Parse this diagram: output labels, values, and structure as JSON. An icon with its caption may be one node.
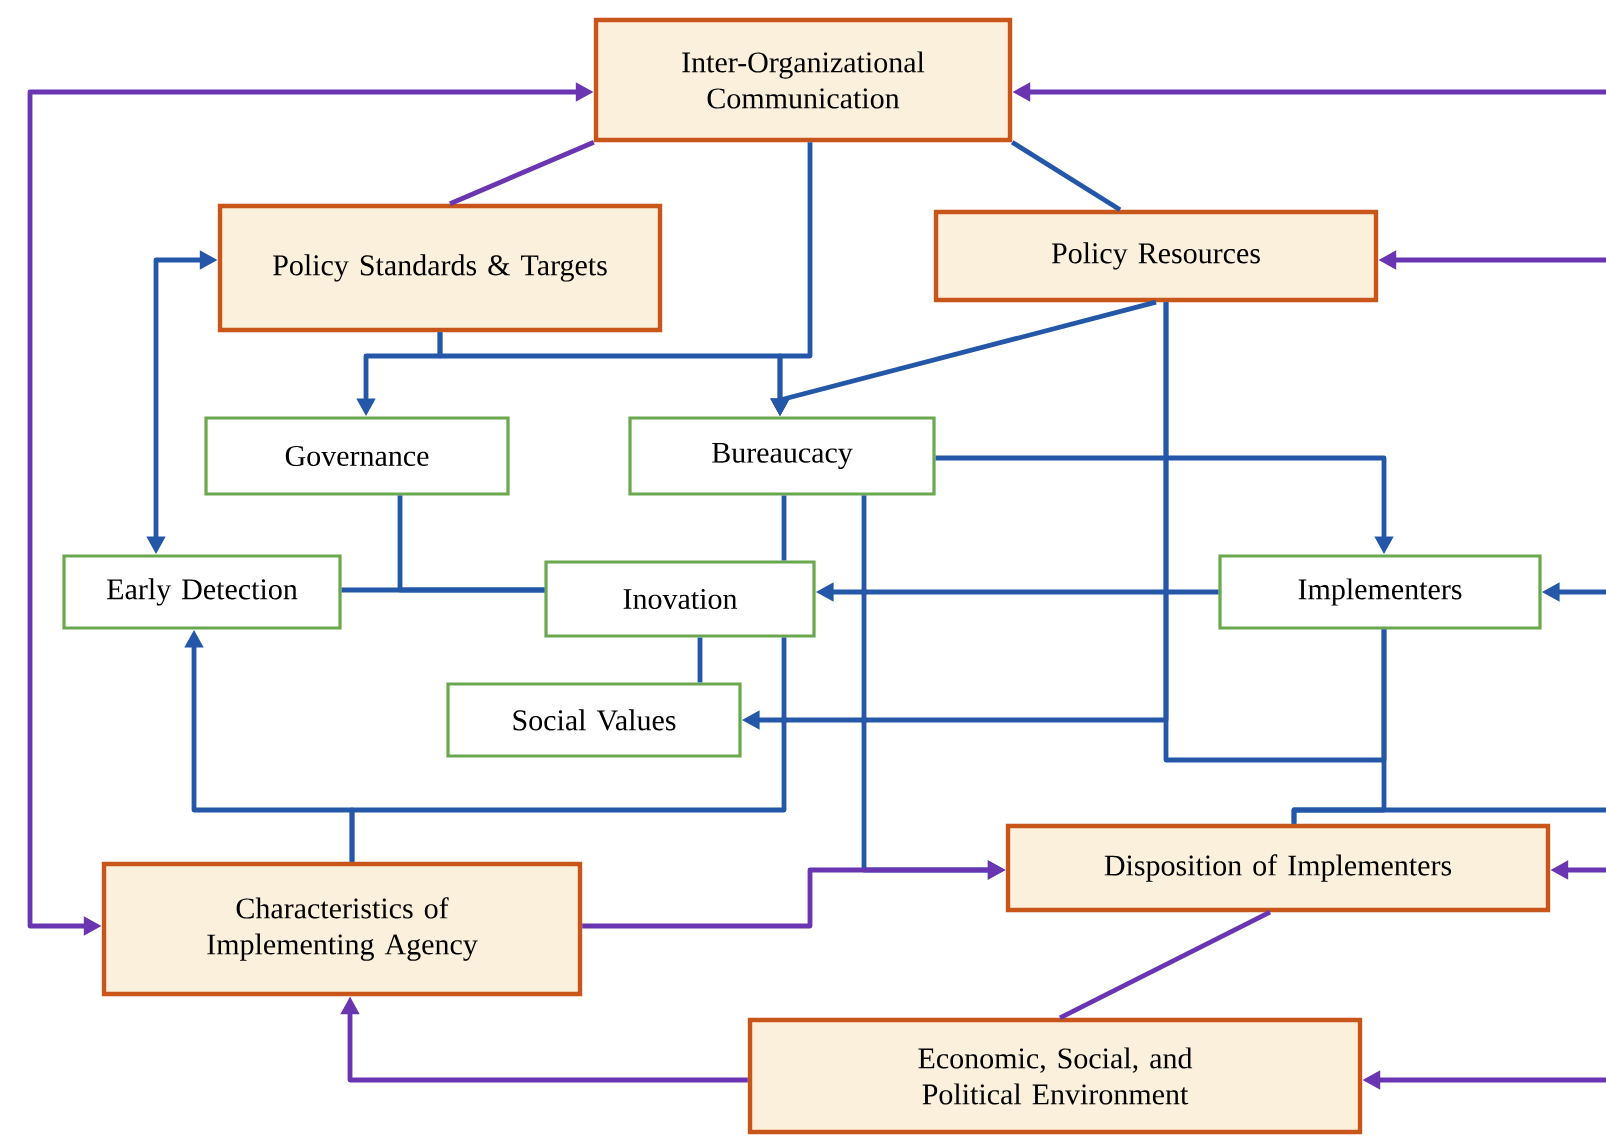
{
  "diagram": {
    "nodes": [
      {
        "text": [
          "Inter-Organizational Communication"
        ]
      },
      {
        "text": [
          "Policy Standards & Targets"
        ]
      },
      {
        "text": [
          "Policy Resources"
        ]
      },
      {
        "text": [
          "Governance"
        ]
      },
      {
        "text": [
          "Bureaucacy"
        ]
      },
      {
        "text": [
          "Early Detection"
        ]
      },
      {
        "text": [
          "Inovation"
        ]
      },
      {
        "text": [
          "Implementers"
        ]
      },
      {
        "text": [
          "Social Values"
        ]
      },
      {
        "text": [
          "Characteristics of Implementing Agency"
        ]
      },
      {
        "text": [
          "Disposition of Implementers"
        ]
      },
      {
        "text": [
          "Economic, Social, and Political Environment"
        ]
      }
    ],
    "edges": [
      {
        "from": null,
        "to": 0,
        "arrow": "to",
        "color": "#6a35b0"
      },
      {
        "from": null,
        "to": 2,
        "arrow": "to",
        "color": "#6a35b0"
      },
      {
        "from": null,
        "to": 7,
        "arrow": "to"
      },
      {
        "from": null,
        "to": 10,
        "arrow": "to",
        "color": "#6a35b0"
      },
      {
        "from": null,
        "to": 11,
        "arrow": "to",
        "color": "#6a35b0"
      },
      {
        "from": 0,
        "to": 9,
        "arrow": "both",
        "color": "#6a35b0"
      },
      {
        "from": 1,
        "to": 0,
        "arrow": "none",
        "color": "#6a35b0"
      },
      {
        "from": 1,
        "to": 3,
        "arrow": "to"
      },
      {
        "from": 1,
        "to": 4,
        "arrow": "to"
      },
      {
        "from": 0,
        "to": 4,
        "arrow": "to"
      },
      {
        "from": 2,
        "to": 0,
        "arrow": "none"
      },
      {
        "from": 2,
        "to": 4,
        "arrow": "to"
      },
      {
        "from": 1,
        "to": 5,
        "arrow": "both"
      },
      {
        "from": 4,
        "to": 7,
        "arrow": "to"
      },
      {
        "from": 7,
        "to": 6,
        "arrow": "to"
      },
      {
        "from": 5,
        "to": 6,
        "arrow": "none"
      },
      {
        "from": 3,
        "to": 6,
        "arrow": "none"
      },
      {
        "from": 4,
        "to": 6,
        "arrow": "none"
      },
      {
        "from": 6,
        "to": 8,
        "arrow": "none"
      },
      {
        "from": 2,
        "to": 8,
        "arrow": "to"
      },
      {
        "from": 2,
        "to": 7,
        "arrow": "none"
      },
      {
        "from": 9,
        "to": 5,
        "arrow": "to"
      },
      {
        "from": 10,
        "to": 7,
        "arrow": "none"
      },
      {
        "from": 6,
        "to": 9,
        "arrow": "none"
      },
      {
        "from": 10,
        "to": null,
        "arrow": "none"
      },
      {
        "from": 4,
        "to": 10,
        "arrow": "to"
      },
      {
        "from": 9,
        "to": 10,
        "arrow": "to",
        "color": "#6a35b0"
      },
      {
        "from": 11,
        "to": 9,
        "arrow": "to",
        "color": "#6a35b0"
      },
      {
        "from": 10,
        "to": 11,
        "arrow": "none",
        "color": "#6a35b0"
      }
    ]
  }
}
